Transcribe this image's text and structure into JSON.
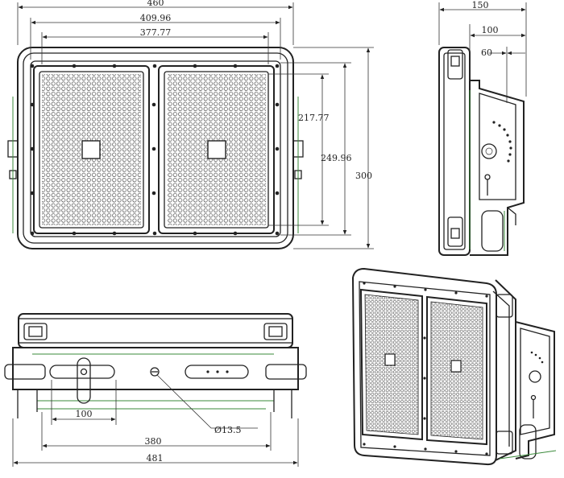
{
  "dimensions": {
    "front_overall_width": "460",
    "front_lens_width": "409.96",
    "front_module_width": "377.77",
    "front_module_height": "217.77",
    "front_lens_height": "249.96",
    "front_overall_height": "300",
    "side_depth": "150",
    "side_depth_inner": "100",
    "side_depth_bracket": "60",
    "bottom_slot_spacing": "100",
    "bottom_hole_diameter": "Ø13.5",
    "bottom_bracket_span": "380",
    "bottom_overall_width": "481"
  }
}
